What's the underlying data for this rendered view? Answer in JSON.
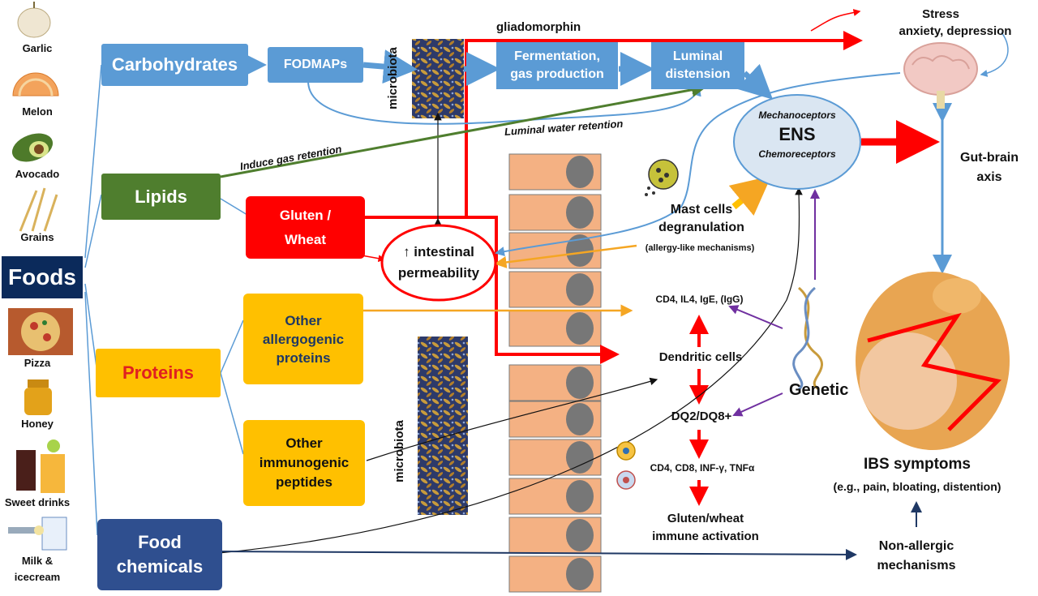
{
  "foods": [
    {
      "label": "Garlic",
      "icon": "garlic-icon"
    },
    {
      "label": "Melon",
      "icon": "melon-icon"
    },
    {
      "label": "Avocado",
      "icon": "avocado-icon"
    },
    {
      "label": "Grains",
      "icon": "grains-icon"
    },
    {
      "label": "Pizza",
      "icon": "pizza-icon"
    },
    {
      "label": "Honey",
      "icon": "honey-icon"
    },
    {
      "label": "Sweet drinks",
      "icon": "sweet-drinks-icon"
    },
    {
      "label": "Milk &",
      "label2": "icecream",
      "icon": "milk-icecream-icon"
    }
  ],
  "foods_title": "Foods",
  "categories": {
    "carbohydrates": "Carbohydrates",
    "lipids": "Lipids",
    "proteins": "Proteins",
    "food_chemicals_1": "Food",
    "food_chemicals_2": "chemicals"
  },
  "fodmaps": "FODMAPs",
  "fermentation_1": "Fermentation,",
  "fermentation_2": "gas production",
  "luminal_1": "Luminal",
  "luminal_2": "distension",
  "gliadomorphin": "gliadomorphin",
  "luminal_water": "Luminal water retention",
  "induce_gas": "Induce gas retention",
  "microbiota": "microbiota",
  "gluten_1": "Gluten /",
  "gluten_2": "Wheat",
  "other_allergo_1": "Other",
  "other_allergo_2": "allergogenic",
  "other_allergo_3": "proteins",
  "other_immuno_1": "Other",
  "other_immuno_2": "immunogenic",
  "other_immuno_3": "peptides",
  "permeability_1": "↑ intestinal",
  "permeability_2": "permeability",
  "ens": {
    "top": "Mechanoceptors",
    "main": "ENS",
    "bottom": "Chemoreceptors"
  },
  "mast_1": "Mast cells",
  "mast_2": "degranulation",
  "mast_3": "(allergy-like mechanisms)",
  "cd4_il4": "CD4, IL4, IgE, (IgG)",
  "dendritic": "Dendritic cells",
  "dq": "DQ2/DQ8+",
  "cd4_cd8": "CD4, CD8, INF-γ, TNFα",
  "gluten_immune_1": "Gluten/wheat",
  "gluten_immune_2": "immune activation",
  "genetic": "Genetic",
  "stress_1": "Stress",
  "stress_2": "anxiety, depression",
  "gut_brain_1": "Gut-brain",
  "gut_brain_2": "axis",
  "ibs_1": "IBS symptoms",
  "ibs_2": "(e.g., pain, bloating, distention)",
  "non_allergic_1": "Non-allergic",
  "non_allergic_2": "mechanisms",
  "colors": {
    "carb_blue": "#5b9bd5",
    "lipid_green": "#4f7e2e",
    "protein_yellow": "#ffc000",
    "chem_navy": "#2f4f8f",
    "foods_navy": "#0b2a5b",
    "gluten_red": "#ff0000",
    "cell_peach": "#f4b183",
    "ens_fill": "#dae6f2",
    "orange_arrow": "#f5a623",
    "purple_arrow": "#7030a0"
  }
}
